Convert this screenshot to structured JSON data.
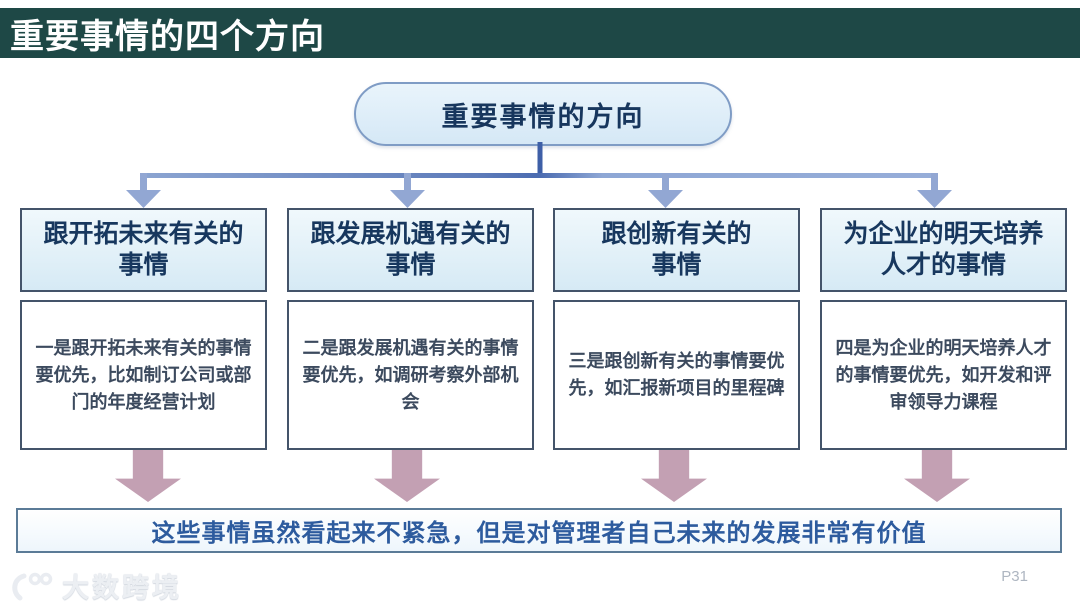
{
  "slide_title": "重要事情的四个方向",
  "diagram": {
    "root": "重要事情的方向",
    "columns": [
      {
        "header": "跟开拓未来有关的\n事情",
        "body": "一是跟开拓未来有关的事情要优先，比如制订公司或部门的年度经营计划"
      },
      {
        "header": "跟发展机遇有关的\n事情",
        "body": "二是跟发展机遇有关的事情要优先，如调研考察外部机会"
      },
      {
        "header": "跟创新有关的\n事情",
        "body": "三是跟创新有关的事情要优先，如汇报新项目的里程碑"
      },
      {
        "header": "为企业的明天培养\n人才的事情",
        "body": "四是为企业的明天培养人才的事情要优先，如开发和评审领导力课程"
      }
    ],
    "conclusion": "这些事情虽然看起来不紧急，但是对管理者自己未来的发展非常有价值"
  },
  "footer": {
    "watermark": "大数跨境",
    "page_label": "P31"
  },
  "colors": {
    "header_bar_teal": "#1e4846",
    "pill_bg": "#ddecf7",
    "pill_border": "#7f9cc5",
    "node_border": "#44546a",
    "node_header_text": "#17375e",
    "node_body_text": "#3c4a5e",
    "connector_light_blue": "#8ba4d1",
    "connector_dark_blue": "#3e5fa7",
    "down_arrow_pink": "#c3a0b3",
    "conclusion_text_blue": "#2d5b9e",
    "conclusion_border": "#5b7b97"
  }
}
